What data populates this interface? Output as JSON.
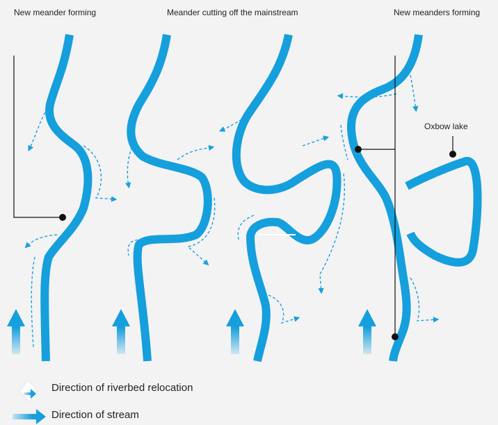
{
  "labels": {
    "stage1": "New meander forming",
    "stage2": "Meander cutting off the mainstream",
    "stage3": "New meanders forming",
    "oxbow": "Oxbow lake"
  },
  "legend": {
    "relocation": "Direction of riverbed relocation",
    "stream": "Direction of stream"
  },
  "colors": {
    "river": "#159fdc",
    "background": "#f3f3f3",
    "leader": "#111111"
  }
}
